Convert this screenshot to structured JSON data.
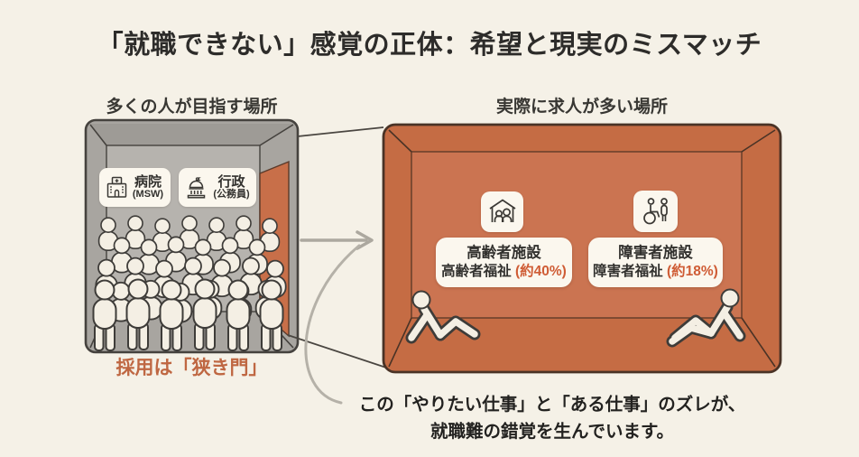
{
  "title": "「就職できない」感覚の正体：希望と現実のミスマッチ",
  "left_panel": {
    "header": "多くの人が目指す場所",
    "labels": [
      {
        "icon": "hospital-icon",
        "line1": "病院",
        "line2": "(MSW)"
      },
      {
        "icon": "government-icon",
        "line1": "行政",
        "line2": "(公務員)"
      }
    ],
    "crowd": "crowd-of-many-people",
    "caption": "採用は「狭き門」"
  },
  "right_panel": {
    "header": "実際に求人が多い場所",
    "facilities": [
      {
        "icon": "elderly-care-icon",
        "line1": "高齢者施設",
        "line2": "高齢者福祉 ",
        "stat": "(約40%)"
      },
      {
        "icon": "disability-care-icon",
        "line1": "障害者施設",
        "line2": "障害者福祉 ",
        "stat": "(約18%)"
      }
    ],
    "figures": "two-relaxed-people-in-large-empty-room"
  },
  "footer": {
    "line1": "この「やりたい仕事」と「ある仕事」のズレが、",
    "line2": "就職難の錯覚を生んでいます。"
  },
  "colors": {
    "background": "#f5f1e7",
    "gray_box": "#a8a5a0",
    "gray_back_wall": "#b6b3ae",
    "orange_box": "#c86f49",
    "orange_back_wall": "#cb7451",
    "accent_text": "#bf6742",
    "stat_text": "#cf5c35",
    "pill_bg": "#fbf7ee",
    "outline_dark": "#45423e",
    "arrow_gray": "#aca89f"
  }
}
